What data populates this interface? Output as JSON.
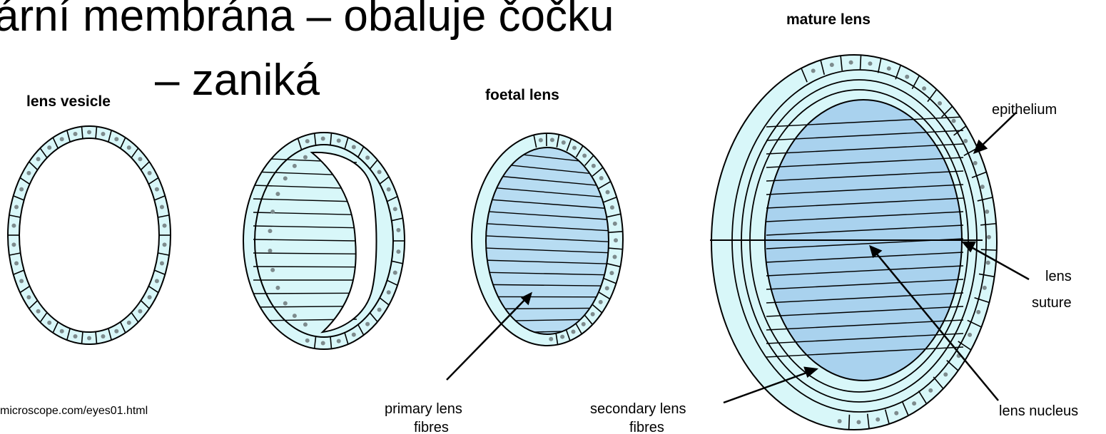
{
  "slide": {
    "line1": "ární membrána – obaluje čočku",
    "line2": "– zaniká"
  },
  "source_url": "microscope.com/eyes01.html",
  "diagram": {
    "titles": {
      "lens_vesicle": "lens vesicle",
      "foetal_lens": "foetal lens",
      "mature_lens": "mature lens"
    },
    "labels": {
      "epithelium": "epithelium",
      "lens_suture_1": "lens",
      "lens_suture_2": "suture",
      "lens_nucleus": "lens nucleus",
      "primary_fibres_1": "primary lens",
      "primary_fibres_2": "fibres",
      "secondary_fibres_1": "secondary lens",
      "secondary_fibres_2": "fibres"
    },
    "colors": {
      "epithelium_fill": "#d8f7f9",
      "fibre_fill": "#b7dcf2",
      "nucleus_fill": "#a9d2ee",
      "nucleus_dot": "#7d8b8d",
      "outline": "#000000"
    }
  }
}
